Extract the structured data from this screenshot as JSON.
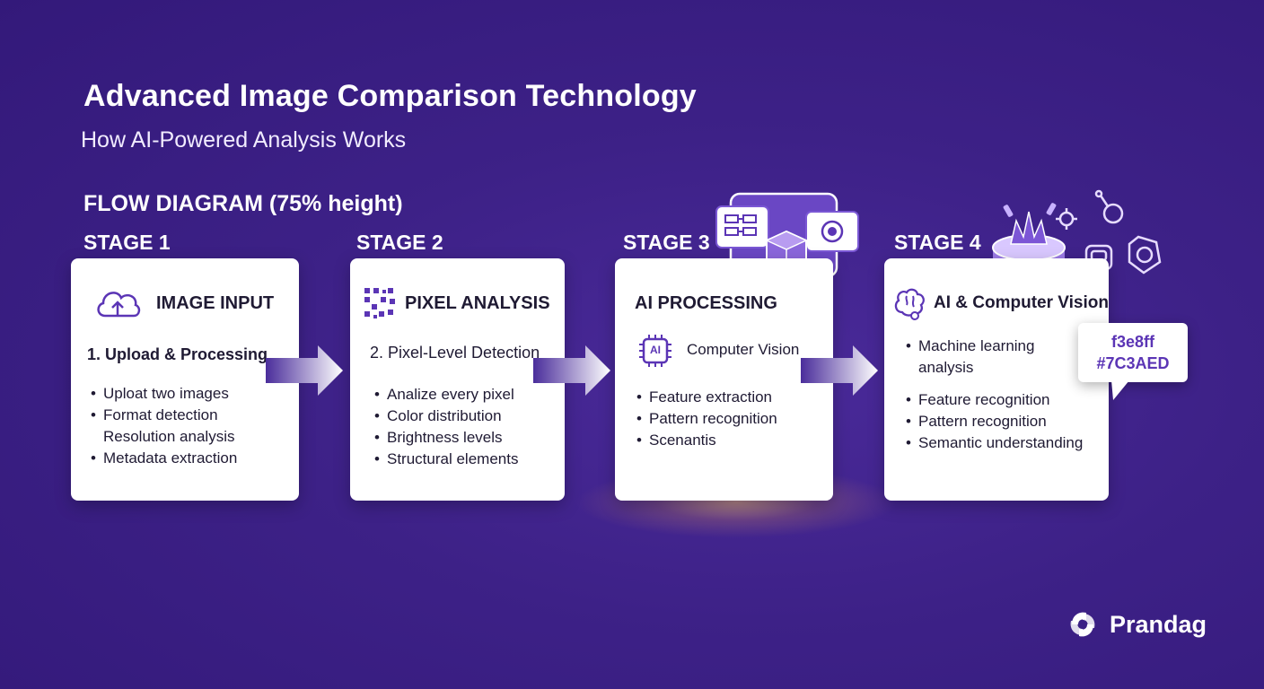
{
  "header": {
    "title": "Advanced Image Comparison Technology",
    "subtitle": "How AI-Powered Analysis Works",
    "flow_label": "FLOW DIAGRAM (75% height)"
  },
  "stages": [
    {
      "label": "STAGE 1",
      "icon": "cloud-upload-icon",
      "title": "IMAGE INPUT",
      "subtitle_a": "1. Upload &",
      "subtitle_b": "Processing",
      "bullets": [
        "Uploat two images",
        "Format detection",
        "Resolution analysis",
        "Metadata extraction"
      ]
    },
    {
      "label": "STAGE 2",
      "icon": "pixel-grid-icon",
      "title": "PIXEL ANALYSIS",
      "subtitle": "2. Pixel-Level Detection",
      "bullets": [
        "Analize every pixel",
        "Color distribution",
        "Brightness levels",
        "Structural elements"
      ]
    },
    {
      "label": "STAGE 3",
      "icon": "ai-chip-icon",
      "title": "AI PROCESSING",
      "subtitle": "Computer Vision",
      "chip_text": "AI",
      "bullets": [
        "Feature extraction",
        "Pattern recognition",
        "Scenantis"
      ]
    },
    {
      "label": "STAGE 4",
      "icon": "brain-icon",
      "title": "AI & Computer Vision",
      "subtitle_a": "Machine learning",
      "subtitle_b": "analysis",
      "bullets": [
        "Feature recognition",
        "Pattern recognition",
        "Semantic understanding"
      ]
    }
  ],
  "color_callout": {
    "line1": "f3e8ff",
    "line2": "#7C3AED"
  },
  "brand": {
    "name": "Prandag"
  },
  "colors": {
    "background": "#3d2187",
    "accent": "#7C3AED",
    "light": "#f3e8ff",
    "icon_purple": "#5b35b5"
  }
}
